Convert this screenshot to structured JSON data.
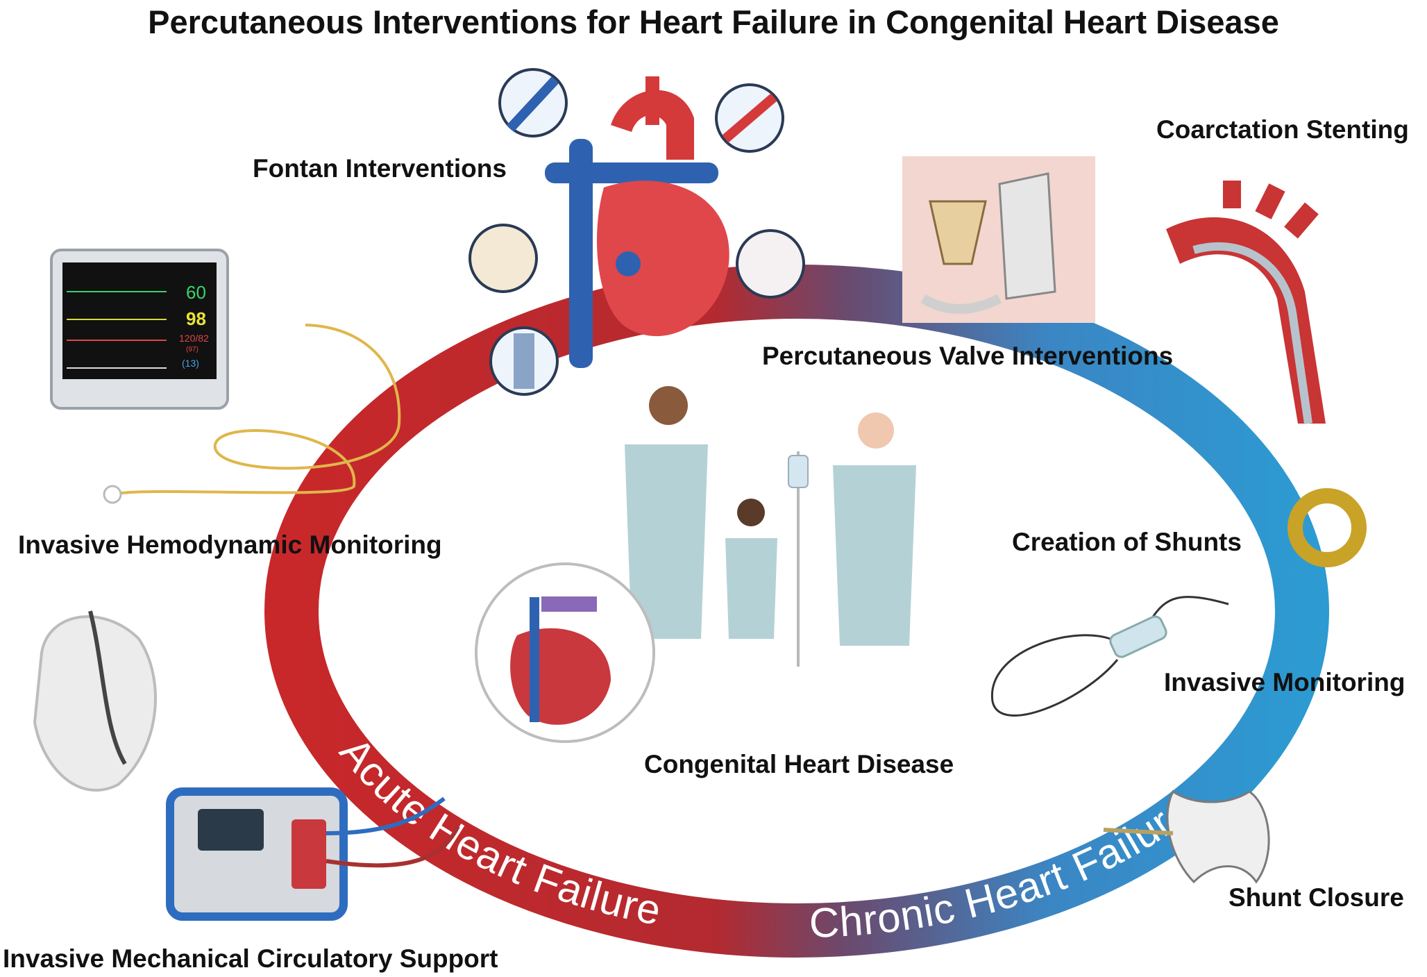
{
  "title": "Percutaneous Interventions for Heart Failure in Congenital Heart Disease",
  "labels": {
    "fontan": "Fontan Interventions",
    "coarctation": "Coarctation Stenting",
    "valve": "Percutaneous Valve Interventions",
    "hemodynamic": "Invasive Hemodynamic Monitoring",
    "shunt_creation": "Creation of Shunts",
    "invasive_monitoring": "Invasive Monitoring",
    "chd": "Congenital Heart Disease",
    "shunt_closure": "Shunt Closure",
    "mcs": "Invasive Mechanical Circulatory Support"
  },
  "ring": {
    "acute": "Acute Heart Failure",
    "chronic": "Chronic Heart Failure",
    "colors": {
      "acute": "#c8282a",
      "chronic": "#2d9ad2",
      "mid": "#6a4a6e"
    }
  },
  "monitor": {
    "hr": "60",
    "spo2": "98",
    "bp": "120/82",
    "map": "(97)",
    "cvp": "(13)"
  }
}
